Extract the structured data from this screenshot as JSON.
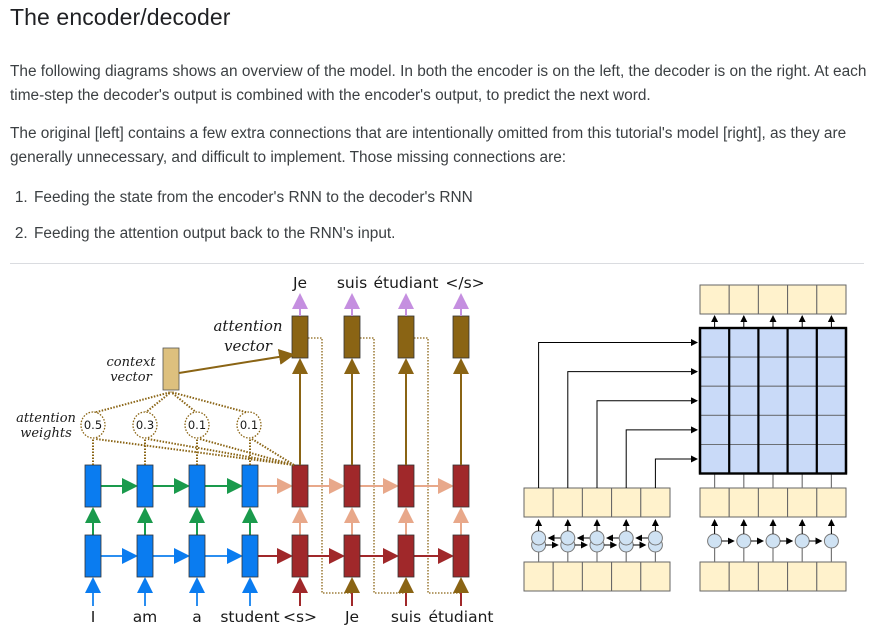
{
  "page": {
    "title": "The encoder/decoder",
    "paragraphs": [
      "The following diagrams shows an overview of the model. In both the encoder is on the left, the decoder is on the right. At each time-step the decoder's output is combined with the encoder's output, to predict the next word.",
      "The original [left] contains a few extra connections that are intentionally omitted from this tutorial's model [right], as they are generally unnecessary, and difficult to implement. Those missing connections are:"
    ],
    "missing_connections": [
      "Feeding the state from the encoder's RNN to the decoder's RNN",
      "Feeding the attention output back to the RNN's input."
    ]
  },
  "figure_left": {
    "output_tokens": [
      "Je",
      "suis",
      "étudiant",
      "</s>"
    ],
    "input_tokens": [
      "I",
      "am",
      "a",
      "student",
      "<s>",
      "Je",
      "suis",
      "étudiant"
    ],
    "labels": {
      "attention_vector_line1": "attention",
      "attention_vector_line2": "vector",
      "context_vector_line1": "context",
      "context_vector_line2": "vector",
      "attention_weights_line1": "attention",
      "attention_weights_line2": "weights"
    },
    "attention_weights": [
      "0.5",
      "0.3",
      "0.1",
      "0.1"
    ],
    "colors": {
      "encoder": "#0a7cf0",
      "decoder": "#a0282a",
      "attention": "#8a6414",
      "context": "#ddc07e",
      "output_arrow": "#c58fe0",
      "enc_horizontal_top": "#1a9a4c",
      "dec_light": "#e8a88a"
    }
  },
  "figure_right": {
    "cells_per_row": 5,
    "colors": {
      "token_box": "#fff2cc",
      "attention_grid": "#c9daf8",
      "rnn_node": "#cfe2f3"
    }
  }
}
